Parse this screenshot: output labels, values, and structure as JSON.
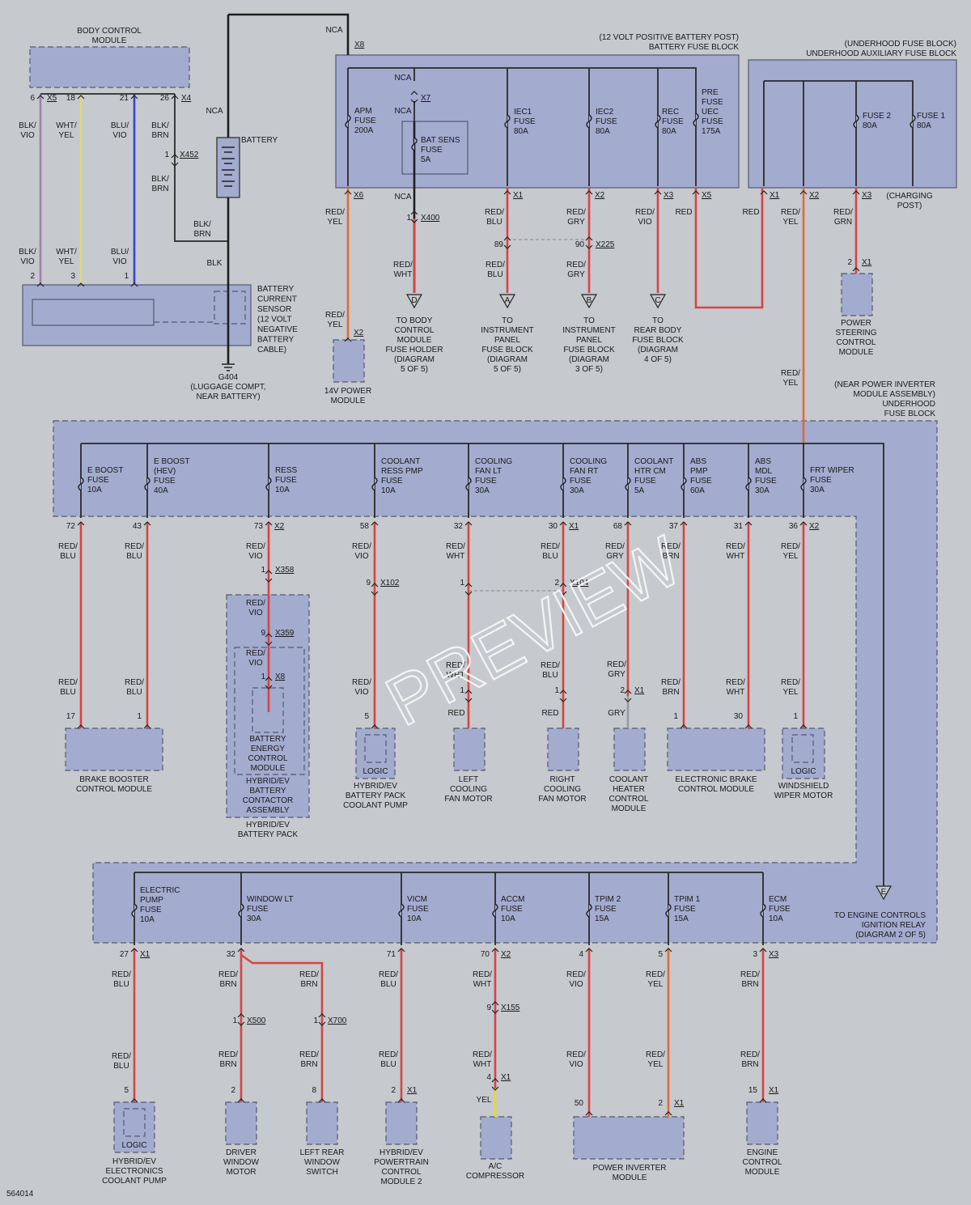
{
  "diagram_id": "564014",
  "watermark": "PREVIEW",
  "nca": "NCA",
  "battery_label": "BATTERY",
  "body_control_module": [
    "BODY CONTROL",
    "MODULE"
  ],
  "battery_fuse_block": {
    "title": [
      "(12 VOLT POSITIVE BATTERY POST)",
      "BATTERY FUSE BLOCK"
    ],
    "in_conn": "X8"
  },
  "underhood_aux": {
    "title": [
      "(UNDERHOOD FUSE BLOCK)",
      "UNDERHOOD AUXILIARY FUSE BLOCK"
    ],
    "charging": [
      "(CHARGING",
      "POST)"
    ]
  },
  "near_inverter": [
    "(NEAR POWER INVERTER",
    "MODULE ASSEMBLY)",
    "UNDERHOOD",
    "FUSE BLOCK"
  ],
  "battery_sensor": [
    "BATTERY",
    "CURRENT",
    "SENSOR",
    "(12 VOLT",
    "NEGATIVE",
    "BATTERY",
    "CABLE)"
  ],
  "ground": [
    "G404",
    "(LUGGAGE COMPT,",
    "NEAR BATTERY)"
  ],
  "bcm_pins": [
    {
      "pin": "6",
      "conn": "X5",
      "color": [
        "BLK/",
        "VIO"
      ]
    },
    {
      "pin": "18",
      "conn": "",
      "color": [
        "WHT/",
        "YEL"
      ]
    },
    {
      "pin": "21",
      "conn": "",
      "color": [
        "BLU/",
        "VIO"
      ]
    },
    {
      "pin": "26",
      "conn": "X4",
      "color": [
        "BLK/",
        "BRN"
      ]
    }
  ],
  "sensor_pins": [
    {
      "pin": "2",
      "color": [
        "BLK/",
        "VIO"
      ]
    },
    {
      "pin": "3",
      "color": [
        "WHT/",
        "YEL"
      ]
    },
    {
      "pin": "1",
      "color": [
        "BLU/",
        "VIO"
      ]
    }
  ],
  "blk_brn": [
    "BLK/",
    "BRN"
  ],
  "blk": "BLK",
  "x452": {
    "pin": "1",
    "conn": "X452"
  },
  "battery_fuses": [
    {
      "name": [
        "APM",
        "FUSE",
        "200A"
      ],
      "conn": "X6",
      "color": [
        "RED/",
        "YEL"
      ]
    },
    {
      "name": [
        "BAT SENS",
        "FUSE",
        "5A"
      ],
      "conn": "X7"
    },
    {
      "name": [
        "IEC1",
        "FUSE",
        "80A"
      ],
      "conn": "X1",
      "color": [
        "RED/",
        "BLU"
      ]
    },
    {
      "name": [
        "IEC2",
        "FUSE",
        "80A"
      ],
      "conn": "X2",
      "color": [
        "RED/",
        "GRY"
      ]
    },
    {
      "name": [
        "REC",
        "FUSE",
        "80A"
      ],
      "conn": "X3",
      "color": [
        "RED/",
        "VIO"
      ]
    },
    {
      "name": [
        "PRE",
        "FUSE",
        "UEC",
        "FUSE",
        "175A"
      ],
      "conn": "X5",
      "color": [
        "RED"
      ]
    }
  ],
  "aux_fuses": [
    {
      "name": [
        "FUSE 2",
        "80A"
      ]
    },
    {
      "name": [
        "FUSE 1",
        "80A"
      ]
    }
  ],
  "aux_conns": [
    {
      "conn": "X1",
      "color": [
        "RED"
      ]
    },
    {
      "conn": "X2",
      "color": [
        "RED/",
        "YEL"
      ]
    },
    {
      "conn": "X3",
      "color": [
        "RED/",
        "GRN"
      ]
    }
  ],
  "x400": {
    "pin": "1",
    "conn": "X400",
    "color": [
      "RED/",
      "WHT"
    ]
  },
  "x225": {
    "pinA": "89",
    "pinB": "90",
    "conn": "X225",
    "colorA": [
      "RED/",
      "BLU"
    ],
    "colorB": [
      "RED/",
      "GRY"
    ]
  },
  "x2_14v": {
    "conn": "X2",
    "color": [
      "RED/",
      "YEL"
    ]
  },
  "power_steer_pin": {
    "pin": "2",
    "conn": "X1"
  },
  "refs": [
    {
      "letter": "D",
      "label": [
        "TO BODY",
        "CONTROL",
        "MODULE",
        "FUSE HOLDER",
        "(DIAGRAM",
        "5 OF 5)"
      ]
    },
    {
      "letter": "A",
      "label": [
        "TO",
        "INSTRUMENT",
        "PANEL",
        "FUSE BLOCK",
        "(DIAGRAM",
        "5 OF 5)"
      ]
    },
    {
      "letter": "B",
      "label": [
        "TO",
        "INSTRUMENT",
        "PANEL",
        "FUSE BLOCK",
        "(DIAGRAM",
        "3 OF 5)"
      ]
    },
    {
      "letter": "C",
      "label": [
        "TO",
        "REAR BODY",
        "FUSE BLOCK",
        "(DIAGRAM",
        "4 OF 5)"
      ]
    },
    {
      "letter": "E",
      "label": [
        "TO ENGINE CONTROLS",
        "IGNITION RELAY",
        "(DIAGRAM 2 OF 5)"
      ]
    }
  ],
  "upper_modules": {
    "v14": [
      "14V POWER",
      "MODULE"
    ],
    "psteer": [
      "POWER",
      "STEERING",
      "CONTROL",
      "MODULE"
    ]
  },
  "red_yel_riser": [
    "RED/",
    "YEL"
  ],
  "mid_fuses": [
    {
      "name": [
        "E BOOST",
        "FUSE",
        "10A"
      ],
      "pin": "72",
      "conn": "",
      "color": [
        "RED/",
        "BLU"
      ]
    },
    {
      "name": [
        "E BOOST",
        "(HEV)",
        "FUSE",
        "40A"
      ],
      "pin": "43",
      "conn": "",
      "color": [
        "RED/",
        "BLU"
      ]
    },
    {
      "name": [
        "RESS",
        "FUSE",
        "10A"
      ],
      "pin": "73",
      "conn": "X2",
      "color": [
        "RED/",
        "VIO"
      ]
    },
    {
      "name": [
        "COOLANT",
        "RESS PMP",
        "FUSE",
        "10A"
      ],
      "pin": "58",
      "conn": "",
      "color": [
        "RED/",
        "VIO"
      ]
    },
    {
      "name": [
        "COOLING",
        "FAN LT",
        "FUSE",
        "30A"
      ],
      "pin": "32",
      "conn": "",
      "color": [
        "RED/",
        "WHT"
      ]
    },
    {
      "name": [
        "COOLING",
        "FAN RT",
        "FUSE",
        "30A"
      ],
      "pin": "30",
      "conn": "X1",
      "color": [
        "RED/",
        "BLU"
      ]
    },
    {
      "name": [
        "COOLANT",
        "HTR CM",
        "FUSE",
        "5A"
      ],
      "pin": "68",
      "conn": "",
      "color": [
        "RED/",
        "GRY"
      ]
    },
    {
      "name": [
        "ABS",
        "PMP",
        "FUSE",
        "60A"
      ],
      "pin": "37",
      "conn": "",
      "color": [
        "RED/",
        "BRN"
      ]
    },
    {
      "name": [
        "ABS",
        "MDL",
        "FUSE",
        "30A"
      ],
      "pin": "31",
      "conn": "",
      "color": [
        "RED/",
        "WHT"
      ]
    },
    {
      "name": [
        "FRT WIPER",
        "FUSE",
        "30A"
      ],
      "pin": "36",
      "conn": "X2",
      "color": [
        "RED/",
        "YEL"
      ]
    }
  ],
  "mid_inline": {
    "x358": {
      "pin": "1",
      "conn": "X358"
    },
    "x359": {
      "pin": "9",
      "conn": "X359"
    },
    "x8": {
      "pin": "1",
      "conn": "X8"
    },
    "x102": {
      "pin": "9",
      "conn": "X102"
    },
    "x104": {
      "pinA": "1",
      "pinB": "2",
      "conn": "X104"
    },
    "x1_heater": {
      "pin": "2",
      "conn": "X1"
    },
    "fan_pin": "1",
    "colors": {
      "red_vio": [
        "RED/",
        "VIO"
      ],
      "red_blu": [
        "RED/",
        "BLU"
      ],
      "red_wht": [
        "RED/",
        "WHT"
      ],
      "red_gry": [
        "RED/",
        "GRY"
      ],
      "red_brn": [
        "RED/",
        "BRN"
      ],
      "red_yel": [
        "RED/",
        "YEL"
      ]
    },
    "red": "RED",
    "gry": "GRY"
  },
  "mid_module_pins": [
    "17",
    "1",
    "5",
    "1",
    "30",
    "1"
  ],
  "mid_modules": {
    "brake_booster": [
      "BRAKE BOOSTER",
      "CONTROL MODULE"
    ],
    "becm": [
      "BATTERY",
      "ENERGY",
      "CONTROL",
      "MODULE"
    ],
    "contactor": [
      "HYBRID/EV",
      "BATTERY",
      "CONTACTOR",
      "ASSEMBLY"
    ],
    "pack": [
      "HYBRID/EV",
      "BATTERY PACK"
    ],
    "coolant_pump": [
      "HYBRID/EV",
      "BATTERY PACK",
      "COOLANT PUMP"
    ],
    "left_fan": [
      "LEFT",
      "COOLING",
      "FAN MOTOR"
    ],
    "right_fan": [
      "RIGHT",
      "COOLING",
      "FAN MOTOR"
    ],
    "heater": [
      "COOLANT",
      "HEATER",
      "CONTROL",
      "MODULE"
    ],
    "ebcm": [
      "ELECTRONIC BRAKE",
      "CONTROL MODULE"
    ],
    "wiper": [
      "WINDSHIELD",
      "WIPER MOTOR"
    ],
    "logic": "LOGIC"
  },
  "low_fuses": [
    {
      "name": [
        "ELECTRIC",
        "PUMP",
        "FUSE",
        "10A"
      ],
      "pin": "27",
      "conn": "X1",
      "color": [
        "RED/",
        "BLU"
      ]
    },
    {
      "name": [
        "WINDOW LT",
        "FUSE",
        "30A"
      ],
      "pin": "32",
      "conn": "",
      "color": [
        "RED/",
        "BRN"
      ]
    },
    {
      "name": [
        "VICM",
        "FUSE",
        "10A"
      ],
      "pin": "71",
      "conn": "",
      "color": [
        "RED/",
        "BLU"
      ]
    },
    {
      "name": [
        "ACCM",
        "FUSE",
        "10A"
      ],
      "pin": "70",
      "conn": "X2",
      "color": [
        "RED/",
        "WHT"
      ]
    },
    {
      "name": [
        "TPIM 2",
        "FUSE",
        "15A"
      ],
      "pin": "4",
      "conn": "",
      "color": [
        "RED/",
        "VIO"
      ]
    },
    {
      "name": [
        "TPIM 1",
        "FUSE",
        "15A"
      ],
      "pin": "5",
      "conn": "",
      "color": [
        "RED/",
        "YEL"
      ]
    },
    {
      "name": [
        "ECM",
        "FUSE",
        "10A"
      ],
      "pin": "3",
      "conn": "X3",
      "color": [
        "RED/",
        "BRN"
      ]
    }
  ],
  "low_inline": {
    "x500": {
      "pin": "1",
      "conn": "X500"
    },
    "x700": {
      "pin": "1",
      "conn": "X700"
    },
    "x155": {
      "pin": "9",
      "conn": "X155"
    },
    "x1_ac": {
      "pin": "4",
      "conn": "X1"
    },
    "red_brn": [
      "RED/",
      "BRN"
    ],
    "red_blu": [
      "RED/",
      "BLU"
    ],
    "red_wht": [
      "RED/",
      "WHT"
    ],
    "red_vio": [
      "RED/",
      "VIO"
    ],
    "red_yel": [
      "RED/",
      "YEL"
    ],
    "yel": "YEL"
  },
  "low_module_pins": [
    {
      "pin": "5",
      "conn": ""
    },
    {
      "pin": "2",
      "conn": ""
    },
    {
      "pin": "8",
      "conn": ""
    },
    {
      "pin": "2",
      "conn": "X1"
    },
    {
      "pin": "50",
      "conn": ""
    },
    {
      "pin": "2",
      "conn": "X1"
    },
    {
      "pin": "15",
      "conn": "X1"
    }
  ],
  "low_modules": {
    "eccp": [
      "HYBRID/EV",
      "ELECTRONICS",
      "COOLANT PUMP"
    ],
    "driver_window": [
      "DRIVER",
      "WINDOW",
      "MOTOR"
    ],
    "lr_switch": [
      "LEFT REAR",
      "WINDOW",
      "SWITCH"
    ],
    "hpcm2": [
      "HYBRID/EV",
      "POWERTRAIN",
      "CONTROL",
      "MODULE 2"
    ],
    "ac": [
      "A/C",
      "COMPRESSOR"
    ],
    "pim": [
      "POWER INVERTER",
      "MODULE"
    ],
    "ecm": [
      "ENGINE",
      "CONTROL",
      "MODULE"
    ]
  }
}
